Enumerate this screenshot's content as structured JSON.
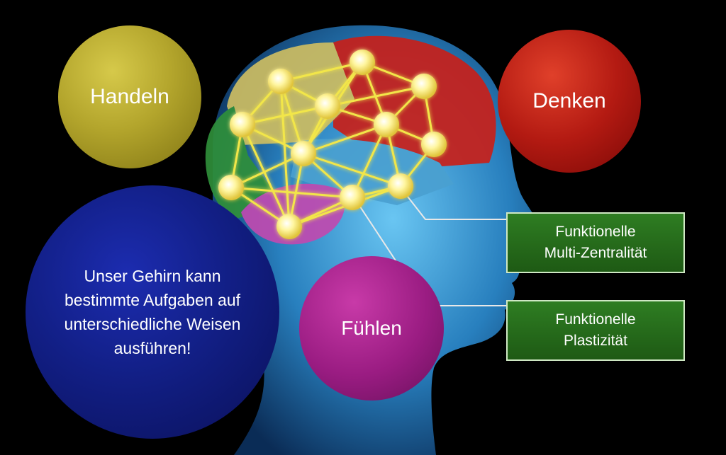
{
  "bubbles": {
    "handeln": "Handeln",
    "denken": "Denken",
    "fuehlen": "Fühlen",
    "statement": "Unser Gehirn kann bestimmte Aufgaben auf unterschiedliche Weisen ausführen!"
  },
  "boxes": {
    "multi_zentralitaet": "Funktionelle\nMulti-Zentralität",
    "plastizitaet": "Funktionelle\nPlastizität"
  },
  "colors": {
    "background": "#000000",
    "handeln": "#b3a52c",
    "denken": "#b31a12",
    "fuehlen": "#9a1c82",
    "statement": "#121f86",
    "box": "#2e7d22",
    "node": "#fff6a0",
    "link": "#f2e64a",
    "head": "#3fa8e0"
  }
}
